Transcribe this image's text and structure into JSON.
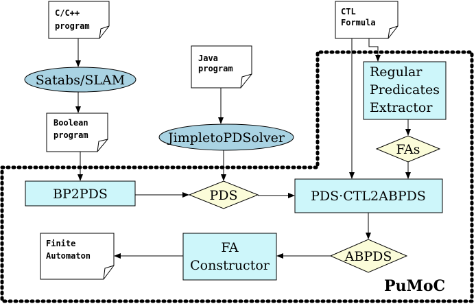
{
  "colors": {
    "process_fill": "#cdf6fa",
    "tool_fill": "#a9d3e3",
    "data_fill": "#fbfcd9",
    "doc_fill": "#ffffff",
    "stroke": "#000000"
  },
  "documents": {
    "c_program": {
      "line1": "C/C++",
      "line2": "program"
    },
    "ctl_formula": {
      "line1": "CTL",
      "line2": "Formula"
    },
    "java_program": {
      "line1": "Java",
      "line2": "program"
    },
    "boolean_program": {
      "line1": "Boolean",
      "line2": "program"
    },
    "finite_automaton": {
      "line1": "Finite",
      "line2": "Automaton"
    }
  },
  "tools": {
    "satabs_slam": "Satabs/SLAM",
    "jimple_to_pds_solver": "JimpletoPDSolver"
  },
  "processes": {
    "regex_extractor": {
      "line1": "Regular",
      "line2": "Predicates",
      "line3": "Extractor"
    },
    "bp2pds": "BP2PDS",
    "pds_ctl2abpds": "PDS·CTL2ABPDS",
    "fa_constructor": {
      "line1": "FA",
      "line2": "Constructor"
    }
  },
  "data_items": {
    "fas": "FAs",
    "pds": "PDS",
    "abpds": "ABPDS"
  },
  "region_label": "PuMoC"
}
